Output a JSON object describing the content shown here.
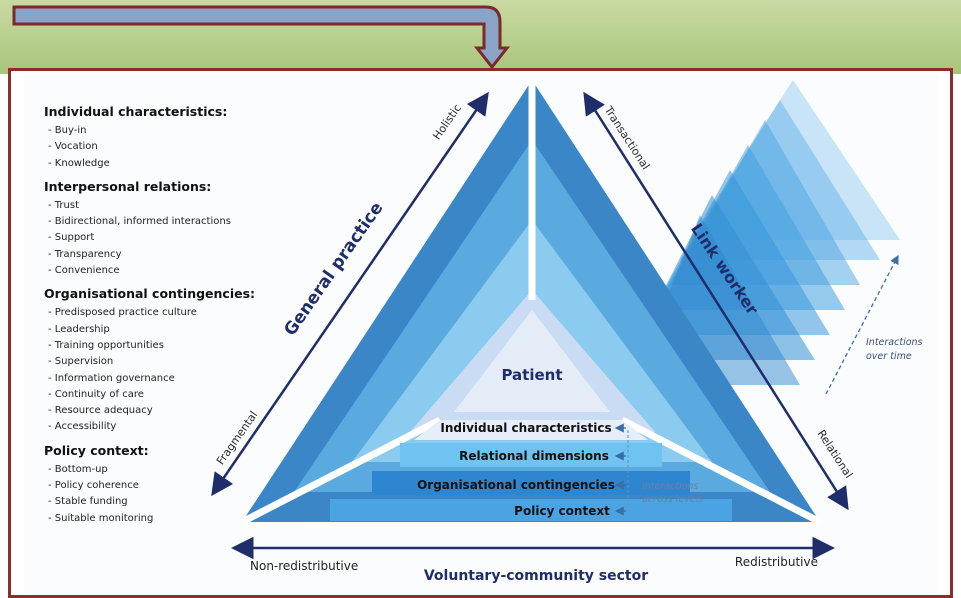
{
  "left_panel": {
    "sections": [
      {
        "title": "Individual characteristics:",
        "items": [
          "Buy-in",
          "Vocation",
          "Knowledge"
        ]
      },
      {
        "title": "Interpersonal relations:",
        "items": [
          "Trust",
          "Bidirectional, informed interactions",
          "Support",
          "Transparency",
          "Convenience"
        ]
      },
      {
        "title": "Organisational contingencies:",
        "items": [
          "Predisposed practice culture",
          "Leadership",
          "Training opportunities",
          "Supervision",
          "Information governance",
          "Continuity of care",
          "Resource adequacy",
          "Accessibility"
        ]
      },
      {
        "title": "Policy context:",
        "items": [
          "Bottom-up",
          "Policy coherence",
          "Stable funding",
          "Suitable monitoring"
        ]
      }
    ]
  },
  "diagram": {
    "general_practice": "General practice",
    "link_worker": "Link worker",
    "voluntary_sector": "Voluntary-community sector",
    "patient": "Patient",
    "holistic": "Holistic",
    "fragmental": "Fragmental",
    "transactional": "Transactional",
    "relational": "Relational",
    "non_redistributive": "Non-redistributive",
    "redistributive": "Redistributive",
    "levels": [
      "Individual characteristics",
      "Relational dimensions",
      "Organisational contingencies",
      "Policy context"
    ],
    "interactions_across_levels": [
      "Interactions",
      "across levels"
    ],
    "interactions_over_time": [
      "Interactions",
      "over time"
    ]
  },
  "colors": {
    "frame": "#8a2d2d",
    "arrow_outline": "#7a2a2a",
    "arrow_fill": "#8aa4c8",
    "axis": "#1f2d6b",
    "band_outer": "#3a86c6",
    "band_mid": "#5aaae0",
    "band_inner": "#8ccbf0",
    "band_core": "#c9dcf3"
  }
}
